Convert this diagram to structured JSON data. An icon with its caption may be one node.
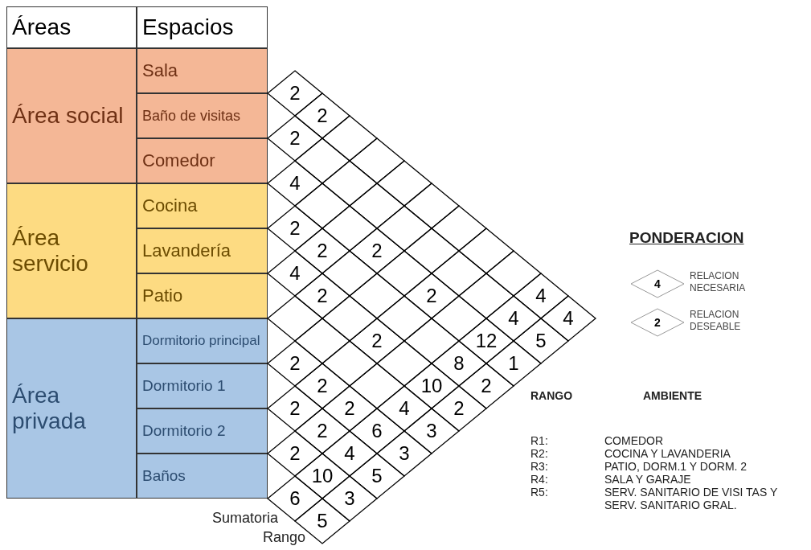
{
  "diagram": {
    "nodes": [
      {
        "text": [
          "Áreas"
        ]
      },
      {
        "text": [
          "Espacios"
        ]
      },
      {
        "text": [
          "Área social"
        ]
      },
      {
        "text": [
          "Sala"
        ]
      },
      {
        "text": [
          "Baño de visitas"
        ]
      },
      {
        "text": [
          "Comedor"
        ]
      },
      {
        "text": [
          "Área servicio"
        ]
      },
      {
        "text": [
          "Cocina"
        ]
      },
      {
        "text": [
          "Lavandería"
        ]
      },
      {
        "text": [
          "Patio"
        ]
      },
      {
        "text": [
          "Área privada"
        ]
      },
      {
        "text": [
          "Dormitorio principal"
        ]
      },
      {
        "text": [
          "Dormitorio 1"
        ]
      },
      {
        "text": [
          "Dormitorio 2"
        ]
      },
      {
        "text": [
          "Baños"
        ]
      },
      {
        "text": [
          "2"
        ]
      },
      {
        "text": [
          "2"
        ]
      },
      {
        "text": [],
        "shape": "diamond"
      },
      {
        "text": [],
        "shape": "diamond"
      },
      {
        "text": [],
        "shape": "diamond"
      },
      {
        "text": [],
        "shape": "diamond"
      },
      {
        "text": [],
        "shape": "diamond"
      },
      {
        "text": [],
        "shape": "diamond"
      },
      {
        "text": [],
        "shape": "diamond"
      },
      {
        "text": [
          "4"
        ]
      },
      {
        "text": [
          "4"
        ]
      },
      {
        "text": [
          "2"
        ]
      },
      {
        "text": [],
        "shape": "diamond"
      },
      {
        "text": [],
        "shape": "diamond"
      },
      {
        "text": [],
        "shape": "diamond"
      },
      {
        "text": [],
        "shape": "diamond"
      },
      {
        "text": [],
        "shape": "diamond"
      },
      {
        "text": [],
        "shape": "diamond"
      },
      {
        "text": [],
        "shape": "diamond"
      },
      {
        "text": [
          "4"
        ]
      },
      {
        "text": [
          "5"
        ]
      },
      {
        "text": [
          "4"
        ]
      },
      {
        "text": [],
        "shape": "diamond"
      },
      {
        "text": [],
        "shape": "diamond"
      },
      {
        "text": [
          "2"
        ]
      },
      {
        "text": [],
        "shape": "diamond"
      },
      {
        "text": [
          "2"
        ]
      },
      {
        "text": [],
        "shape": "diamond"
      },
      {
        "text": [
          "12"
        ]
      },
      {
        "text": [
          "1"
        ]
      },
      {
        "text": [
          "2"
        ]
      },
      {
        "text": [
          "2"
        ]
      },
      {
        "text": [],
        "shape": "diamond"
      },
      {
        "text": [],
        "shape": "diamond"
      },
      {
        "text": [],
        "shape": "diamond"
      },
      {
        "text": [],
        "shape": "diamond"
      },
      {
        "text": [
          "8"
        ]
      },
      {
        "text": [
          "2"
        ]
      },
      {
        "text": [
          "4"
        ]
      },
      {
        "text": [
          "2"
        ]
      },
      {
        "text": [],
        "shape": "diamond"
      },
      {
        "text": [
          "2"
        ]
      },
      {
        "text": [],
        "shape": "diamond"
      },
      {
        "text": [
          "10"
        ]
      },
      {
        "text": [
          "2"
        ]
      },
      {
        "text": [],
        "shape": "diamond"
      },
      {
        "text": [],
        "shape": "diamond"
      },
      {
        "text": [],
        "shape": "diamond"
      },
      {
        "text": [],
        "shape": "diamond"
      },
      {
        "text": [
          "4"
        ]
      },
      {
        "text": [
          "3"
        ]
      },
      {
        "text": [
          "2"
        ]
      },
      {
        "text": [
          "2"
        ]
      },
      {
        "text": [
          "2"
        ]
      },
      {
        "text": [
          "6"
        ]
      },
      {
        "text": [
          "3"
        ]
      },
      {
        "text": [
          "2"
        ]
      },
      {
        "text": [
          "2"
        ]
      },
      {
        "text": [
          "4"
        ]
      },
      {
        "text": [
          "5"
        ]
      },
      {
        "text": [
          "2"
        ]
      },
      {
        "text": [
          "10"
        ]
      },
      {
        "text": [
          "3"
        ]
      },
      {
        "text": [
          "6"
        ]
      },
      {
        "text": [
          "5"
        ]
      },
      {
        "text": [
          "4"
        ]
      },
      {
        "text": [
          "2"
        ]
      }
    ],
    "labels": [
      "PONDERACION",
      "RANGO",
      "AMBIENTE",
      "R1:",
      "COMEDOR",
      "R2:",
      "COCINA Y LAVANDERIA",
      "R3:",
      "PATIO, DORM.1 Y DORM. 2",
      "R4:",
      "SALA Y GARAJE",
      "R5:",
      "SERV. SANITARIO DE VISI TAS Y SERV. SANITARIO GRAL.",
      "Sumatoria",
      "Rango"
    ],
    "legend": [
      {
        "text": "RELACION NECESARIA"
      },
      {
        "text": "RELACION DESEABLE"
      }
    ]
  }
}
